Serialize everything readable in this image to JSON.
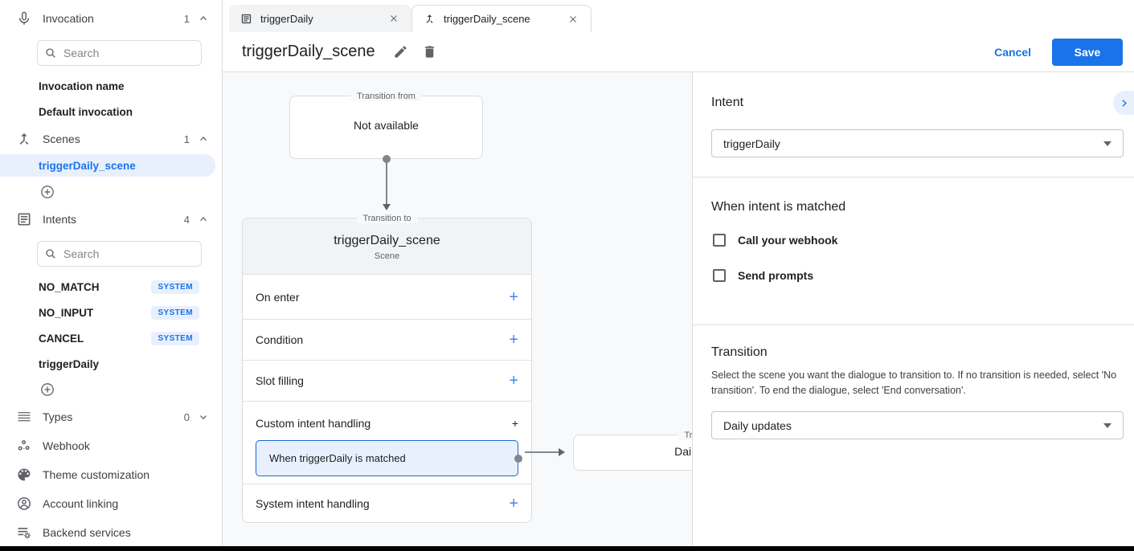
{
  "colors": {
    "accent": "#1a73e8",
    "accent_light": "#e8f0fe",
    "text": "#202124",
    "muted": "#5f6368",
    "border": "#dadce0"
  },
  "sidebar": {
    "invocation": {
      "label": "Invocation",
      "count": "1",
      "search_placeholder": "Search",
      "items": [
        {
          "label": "Invocation name"
        },
        {
          "label": "Default invocation"
        }
      ]
    },
    "scenes": {
      "label": "Scenes",
      "count": "1",
      "items": [
        {
          "label": "triggerDaily_scene"
        }
      ]
    },
    "intents": {
      "label": "Intents",
      "count": "4",
      "search_placeholder": "Search",
      "items": [
        {
          "label": "NO_MATCH",
          "badge": "SYSTEM"
        },
        {
          "label": "NO_INPUT",
          "badge": "SYSTEM"
        },
        {
          "label": "CANCEL",
          "badge": "SYSTEM"
        },
        {
          "label": "triggerDaily",
          "badge": ""
        }
      ]
    },
    "types": {
      "label": "Types",
      "count": "0"
    },
    "webhook": {
      "label": "Webhook"
    },
    "theme": {
      "label": "Theme customization"
    },
    "account": {
      "label": "Account linking"
    },
    "backend": {
      "label": "Backend services"
    }
  },
  "tabs": [
    {
      "label": "triggerDaily"
    },
    {
      "label": "triggerDaily_scene"
    }
  ],
  "header": {
    "title": "triggerDaily_scene",
    "cancel": "Cancel",
    "save": "Save"
  },
  "canvas": {
    "from_box": {
      "legend": "Transition from",
      "text": "Not available"
    },
    "scene_card": {
      "legend": "Transition to",
      "title": "triggerDaily_scene",
      "subtitle": "Scene",
      "rows": [
        "On enter",
        "Condition",
        "Slot filling",
        "Custom intent handling",
        "System intent handling"
      ],
      "custom_intent_item": "When triggerDaily is matched"
    },
    "target_box": {
      "legend": "Transition to",
      "text": "Daily updates"
    }
  },
  "panel": {
    "intent_heading": "Intent",
    "intent_value": "triggerDaily",
    "matched_heading": "When intent is matched",
    "checkbox_webhook": "Call your webhook",
    "checkbox_prompts": "Send prompts",
    "transition_heading": "Transition",
    "transition_description": "Select the scene you want the dialogue to transition to. If no transition is needed, select 'No transition'. To end the dialogue, select 'End conversation'.",
    "transition_value": "Daily updates"
  },
  "icons": {
    "plus": "+"
  }
}
